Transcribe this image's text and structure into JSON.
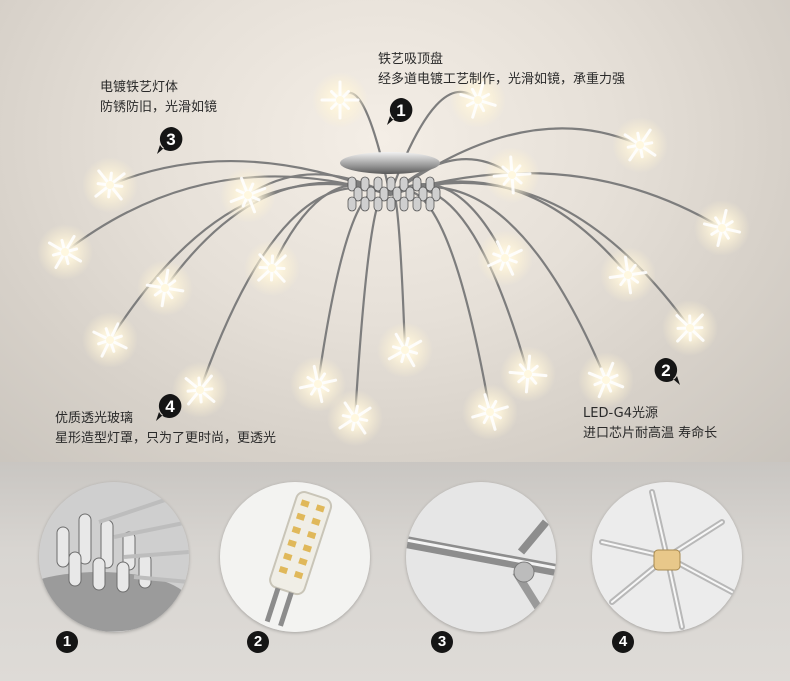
{
  "callouts": [
    {
      "number": "1",
      "line1": "铁艺吸顶盘",
      "line2": "经多道电镀工艺制作，光滑如镜，承重力强"
    },
    {
      "number": "2",
      "line1": "LED-G4光源",
      "line2": "进口芯片耐高温 寿命长"
    },
    {
      "number": "3",
      "line1": "电镀铁艺灯体",
      "line2": "防锈防旧，光滑如镜"
    },
    {
      "number": "4",
      "line1": "优质透光玻璃",
      "line2": "星形造型灯罩，只为了更时尚，更透光"
    }
  ],
  "details": [
    {
      "number": "1",
      "icon": "chrome-canopy-closeup"
    },
    {
      "number": "2",
      "icon": "led-g4-bulb-closeup"
    },
    {
      "number": "3",
      "icon": "chrome-arm-closeup"
    },
    {
      "number": "4",
      "icon": "glass-star-closeup"
    }
  ],
  "colors": {
    "badge": "#151515",
    "text": "#2a2a2a",
    "chrome": "#8a8a8a"
  }
}
